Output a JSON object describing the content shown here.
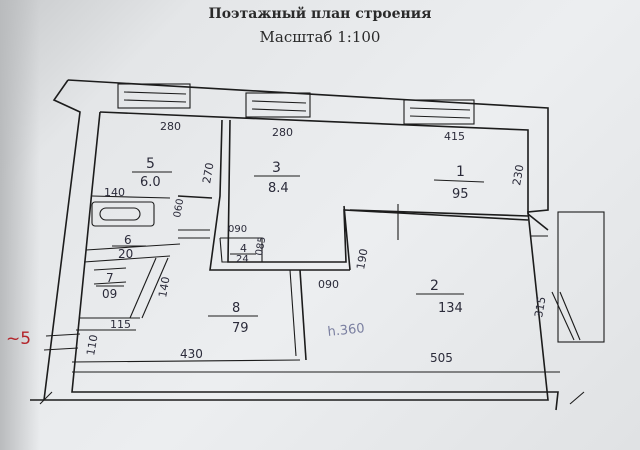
{
  "header": {
    "title": "Поэтажный план строения",
    "scale": "Масштаб 1:100"
  },
  "rooms": [
    {
      "number": "5",
      "area": "6.0"
    },
    {
      "number": "3",
      "area": "8.4"
    },
    {
      "number": "1",
      "area": "95"
    },
    {
      "number": "6",
      "area": "20"
    },
    {
      "number": "4",
      "area": "24"
    },
    {
      "number": "2",
      "area": "134"
    },
    {
      "number": "7",
      "area": "09"
    },
    {
      "number": "8",
      "area": "79"
    }
  ],
  "dimensions": [
    "280",
    "280",
    "415",
    "270",
    "230",
    "140",
    "060",
    "090",
    "085",
    "190",
    "090",
    "140",
    "115",
    "110",
    "430",
    "505",
    "315"
  ],
  "marks": {
    "entrance": "~5",
    "pencil": "h.360"
  },
  "colors": {
    "ink": "#1c1c1c",
    "handwriting": "#2b2b3a",
    "red_mark": "#b3242a",
    "pencil": "#7a7fa0"
  }
}
